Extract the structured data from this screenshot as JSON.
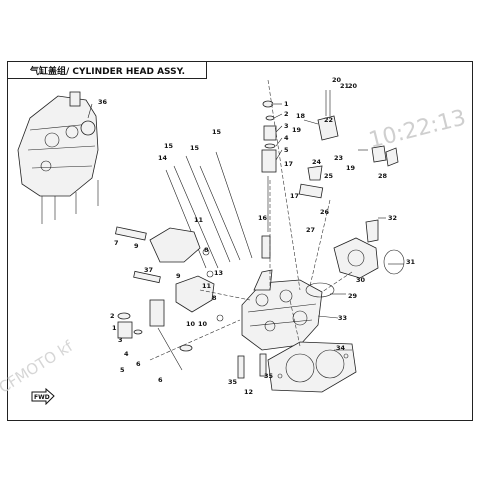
{
  "header": {
    "title": "气缸盖组/ CYLINDER HEAD ASSY."
  },
  "watermarks": {
    "time": "10:22:13",
    "brand": "CFMOTO  kf"
  },
  "callouts": [
    {
      "id": "c36",
      "text": "36"
    },
    {
      "id": "c1a",
      "text": "1"
    },
    {
      "id": "c2a",
      "text": "2"
    },
    {
      "id": "c3a",
      "text": "3"
    },
    {
      "id": "c4a",
      "text": "4"
    },
    {
      "id": "c5a",
      "text": "5"
    },
    {
      "id": "c18",
      "text": "18"
    },
    {
      "id": "c20a",
      "text": "20"
    },
    {
      "id": "c21",
      "text": "21"
    },
    {
      "id": "c20b",
      "text": "20"
    },
    {
      "id": "c19a",
      "text": "19"
    },
    {
      "id": "c22",
      "text": "22"
    },
    {
      "id": "c23",
      "text": "23"
    },
    {
      "id": "c19b",
      "text": "19"
    },
    {
      "id": "c28",
      "text": "28"
    },
    {
      "id": "c15a",
      "text": "15"
    },
    {
      "id": "c15b",
      "text": "15"
    },
    {
      "id": "c15c",
      "text": "15"
    },
    {
      "id": "c14",
      "text": "14"
    },
    {
      "id": "c17a",
      "text": "17"
    },
    {
      "id": "c24",
      "text": "24"
    },
    {
      "id": "c25",
      "text": "25"
    },
    {
      "id": "c17b",
      "text": "17"
    },
    {
      "id": "c26",
      "text": "26"
    },
    {
      "id": "c16",
      "text": "16"
    },
    {
      "id": "c27",
      "text": "27"
    },
    {
      "id": "c32",
      "text": "32"
    },
    {
      "id": "c31",
      "text": "31"
    },
    {
      "id": "c30",
      "text": "30"
    },
    {
      "id": "c7",
      "text": "7"
    },
    {
      "id": "c9a",
      "text": "9"
    },
    {
      "id": "c11a",
      "text": "11"
    },
    {
      "id": "c8a",
      "text": "8"
    },
    {
      "id": "c37",
      "text": "37"
    },
    {
      "id": "c9b",
      "text": "9"
    },
    {
      "id": "c11b",
      "text": "11"
    },
    {
      "id": "c13",
      "text": "13"
    },
    {
      "id": "c8b",
      "text": "8"
    },
    {
      "id": "c10a",
      "text": "10"
    },
    {
      "id": "c10b",
      "text": "10"
    },
    {
      "id": "c29",
      "text": "29"
    },
    {
      "id": "c33",
      "text": "33"
    },
    {
      "id": "c2b",
      "text": "2"
    },
    {
      "id": "c1b",
      "text": "1"
    },
    {
      "id": "c3b",
      "text": "3"
    },
    {
      "id": "c4b",
      "text": "4"
    },
    {
      "id": "c5b",
      "text": "5"
    },
    {
      "id": "c6a",
      "text": "6"
    },
    {
      "id": "c6b",
      "text": "6"
    },
    {
      "id": "c34",
      "text": "34"
    },
    {
      "id": "c35a",
      "text": "35"
    },
    {
      "id": "c12",
      "text": "12"
    },
    {
      "id": "c35b",
      "text": "35"
    }
  ],
  "icons": {
    "forward_arrow": "fwd-arrow-icon"
  }
}
